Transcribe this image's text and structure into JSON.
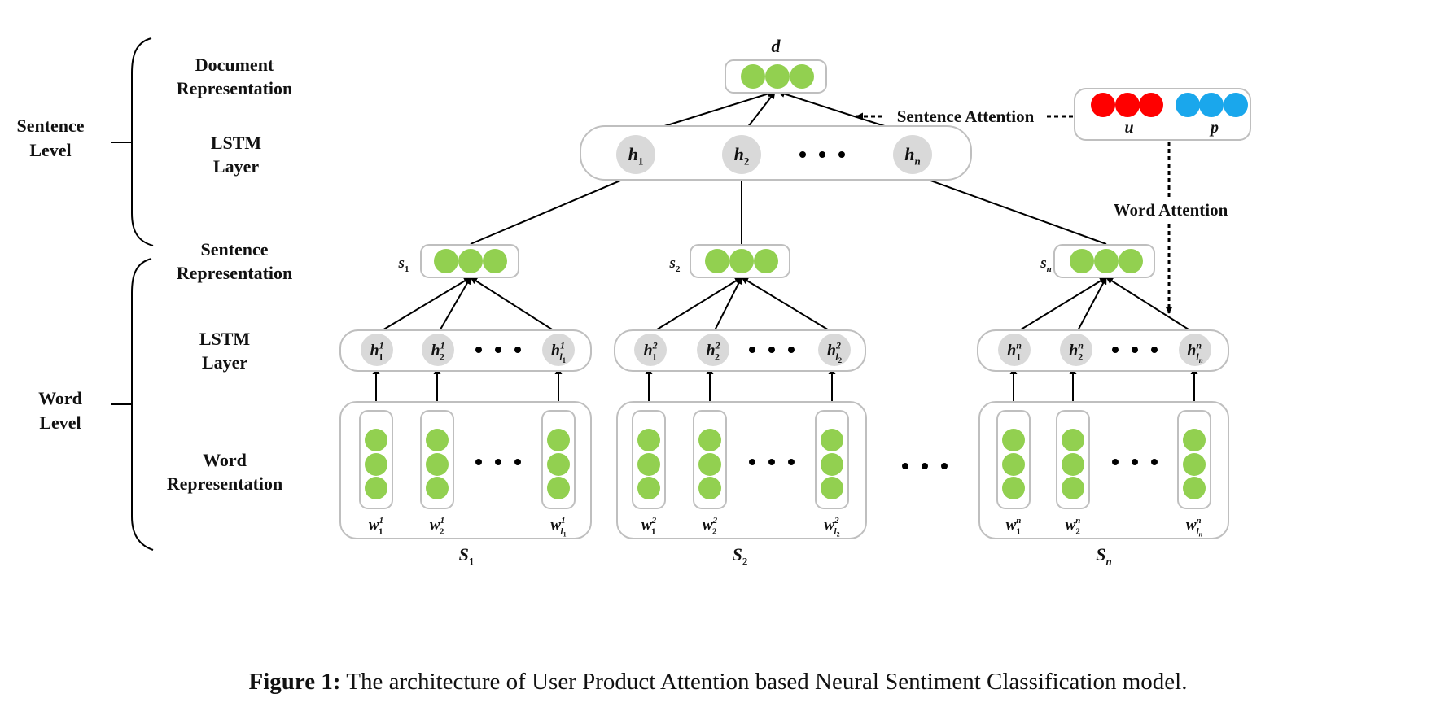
{
  "levels": {
    "sentence_level": [
      "Sentence",
      "Level"
    ],
    "word_level": [
      "Word",
      "Level"
    ]
  },
  "layer_labels": {
    "document_representation": [
      "Document",
      "Representation"
    ],
    "lstm_layer_top": [
      "LSTM",
      "Layer"
    ],
    "sentence_representation": [
      "Sentence",
      "Representation"
    ],
    "lstm_layer_bottom": [
      "LSTM",
      "Layer"
    ],
    "word_representation": [
      "Word",
      "Representation"
    ]
  },
  "document": {
    "label": "d"
  },
  "sentence_hidden": [
    {
      "base": "h",
      "sub": "1"
    },
    {
      "base": "h",
      "sub": "2"
    },
    {
      "base": "h",
      "sub": "n"
    }
  ],
  "sentence_vectors": [
    {
      "base": "s",
      "sub": "1"
    },
    {
      "base": "s",
      "sub": "2"
    },
    {
      "base": "s",
      "sub": "n"
    }
  ],
  "sentences": [
    {
      "name": {
        "base": "S",
        "sub": "1"
      },
      "hidden": [
        {
          "base": "h",
          "sup": "1",
          "sub": "1"
        },
        {
          "base": "h",
          "sup": "1",
          "sub": "2"
        },
        {
          "base": "h",
          "sup": "1",
          "sub": "l",
          "subsub": "1"
        }
      ],
      "words": [
        {
          "base": "w",
          "sup": "1",
          "sub": "1"
        },
        {
          "base": "w",
          "sup": "1",
          "sub": "2"
        },
        {
          "base": "w",
          "sup": "1",
          "sub": "l",
          "subsub": "1"
        }
      ]
    },
    {
      "name": {
        "base": "S",
        "sub": "2"
      },
      "hidden": [
        {
          "base": "h",
          "sup": "2",
          "sub": "1"
        },
        {
          "base": "h",
          "sup": "2",
          "sub": "2"
        },
        {
          "base": "h",
          "sup": "2",
          "sub": "l",
          "subsub": "2"
        }
      ],
      "words": [
        {
          "base": "w",
          "sup": "2",
          "sub": "1"
        },
        {
          "base": "w",
          "sup": "2",
          "sub": "2"
        },
        {
          "base": "w",
          "sup": "2",
          "sub": "l",
          "subsub": "2"
        }
      ]
    },
    {
      "name": {
        "base": "S",
        "sub": "n"
      },
      "hidden": [
        {
          "base": "h",
          "sup": "n",
          "sub": "1"
        },
        {
          "base": "h",
          "sup": "n",
          "sub": "2"
        },
        {
          "base": "h",
          "sup": "n",
          "sub": "l",
          "subsub": "n"
        }
      ],
      "words": [
        {
          "base": "w",
          "sup": "n",
          "sub": "1"
        },
        {
          "base": "w",
          "sup": "n",
          "sub": "2"
        },
        {
          "base": "w",
          "sup": "n",
          "sub": "l",
          "subsub": "n"
        }
      ]
    }
  ],
  "user_product": {
    "user_label": "u",
    "product_label": "p"
  },
  "attention": {
    "sentence": "Sentence Attention",
    "word": "Word Attention"
  },
  "ellipsis": "• • •",
  "caption": {
    "prefix": "Figure 1:",
    "text": "The architecture of User Product Attention based Neural Sentiment Classification model."
  },
  "colors": {
    "node_green": "#92d050",
    "user_red": "#ff0000",
    "product_blue": "#1aa7ec",
    "hidden_gray": "#d9d9d9",
    "box_stroke": "#bfbfbf",
    "line": "#000000"
  }
}
